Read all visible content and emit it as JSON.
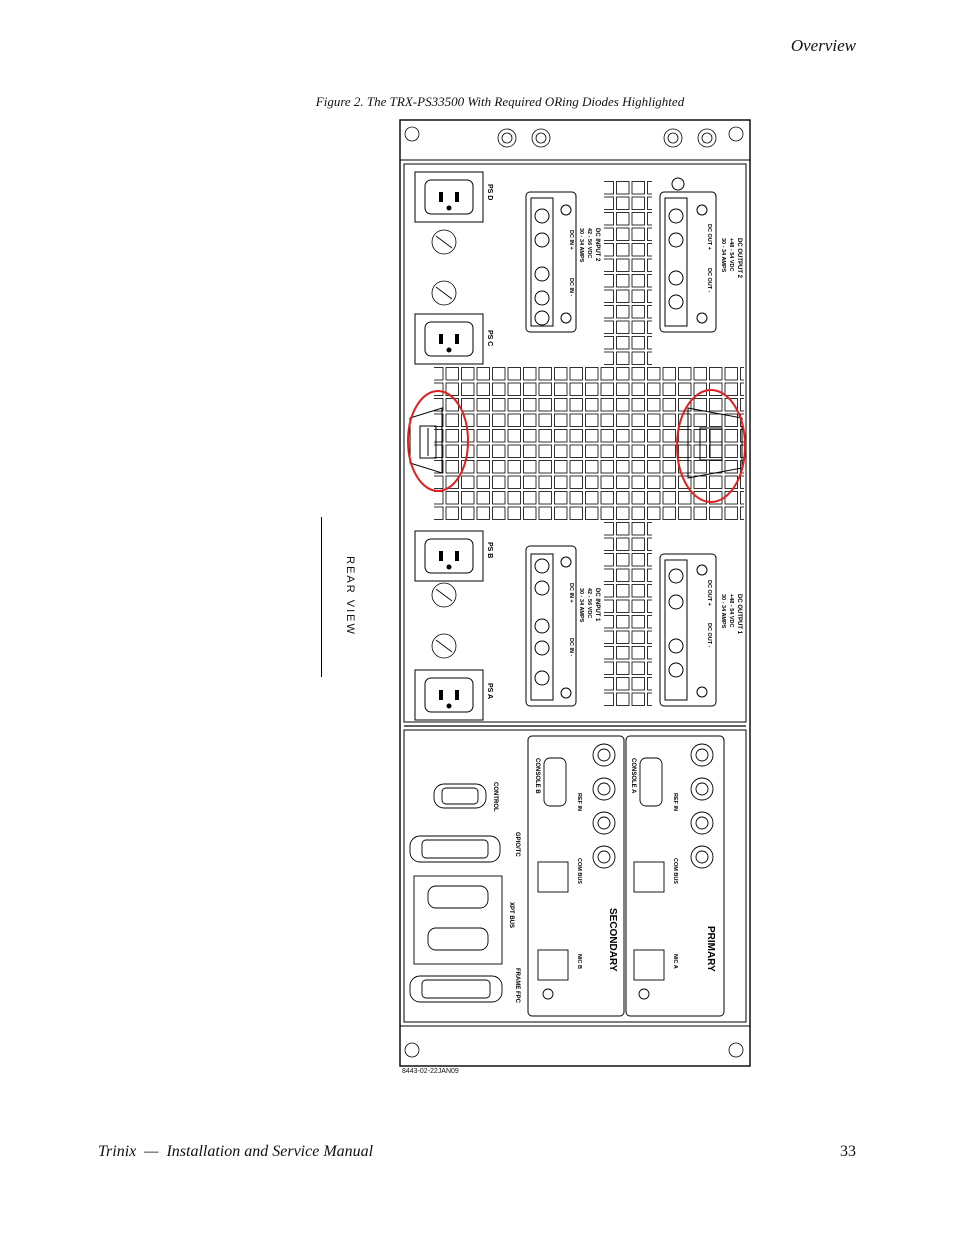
{
  "header": {
    "section_title": "Overview"
  },
  "figure": {
    "caption": "Figure 2.  The TRX-PS33500 With Required ORing Diodes Highlighted",
    "side_label": "REAR VIEW",
    "drawing_id": "8443-02-22JAN09",
    "labels": {
      "dc_output_2": "DC OUTPUT 2",
      "dc_output_1": "DC OUTPUT 1",
      "dc_input_2": "DC INPUT 2",
      "dc_input_1": "DC INPUT 1",
      "vdc_out": "+48 - 54 VDC",
      "vdc_in": "42 - 56 VDC",
      "amps": "30 - 34 AMPS",
      "dc_out_plus": "DC OUT +",
      "dc_out_minus": "DC OUT -",
      "dc_in_plus": "DC IN +",
      "dc_in_minus": "DC IN -",
      "ps_a": "PS A",
      "ps_b": "PS B",
      "ps_c": "PS C",
      "ps_d": "PS D",
      "control": "CONTROL",
      "gpio": "GPIO/TC",
      "xpt_bus": "XPT BUS",
      "frame_fpc": "FRAME FPC",
      "console_a": "CONSOLE A",
      "console_b": "CONSOLE B",
      "ref_in": "REF IN",
      "com_bus": "COM BUS",
      "nic_a": "NIC A",
      "nic_b": "NIC B",
      "primary": "PRIMARY",
      "secondary": "SECONDARY"
    },
    "highlight_color": "#e02020"
  },
  "footer": {
    "manual_title": "Trinix  —  Installation and Service Manual",
    "page_number": "33"
  }
}
